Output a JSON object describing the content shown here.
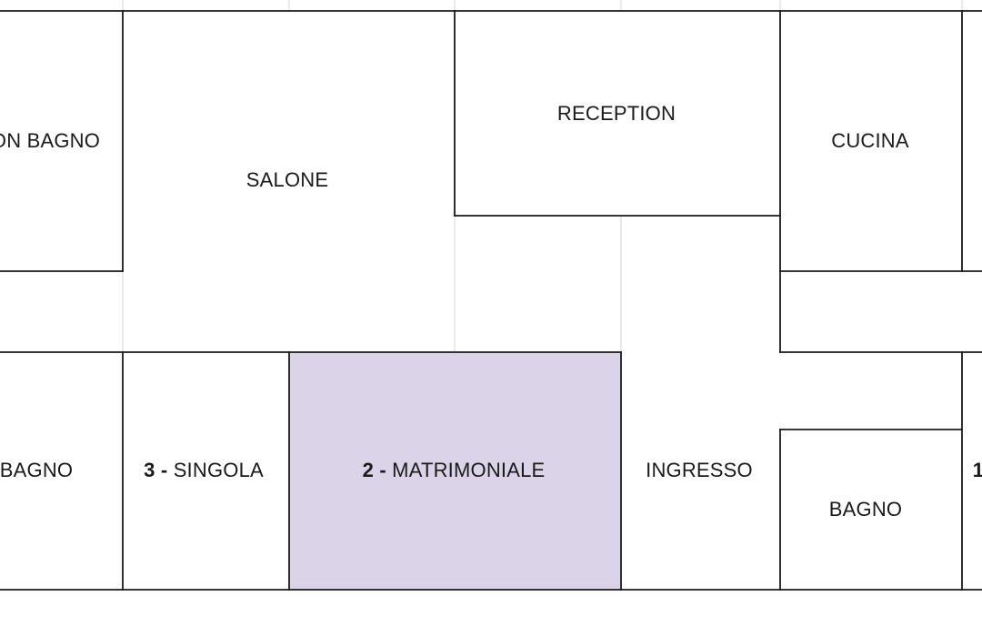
{
  "floorplan": {
    "highlight_color": "#dbd4e8",
    "line_color": "#1a1a1a",
    "grid_color": "#e4e4e4",
    "rooms": {
      "camera_con_bagno": {
        "label": "ON BAGNO"
      },
      "salone": {
        "label": "SALONE"
      },
      "reception": {
        "label": "RECEPTION"
      },
      "cucina": {
        "label": "CUCINA"
      },
      "bagno_left": {
        "label": "BAGNO"
      },
      "singola": {
        "number": "3 -",
        "label": "SINGOLA"
      },
      "matrimoniale": {
        "number": "2 -",
        "label": "MATRIMONIALE"
      },
      "ingresso": {
        "label": "INGRESSO"
      },
      "bagno_right": {
        "label": "BAGNO"
      },
      "room_1": {
        "number": "1"
      }
    }
  }
}
